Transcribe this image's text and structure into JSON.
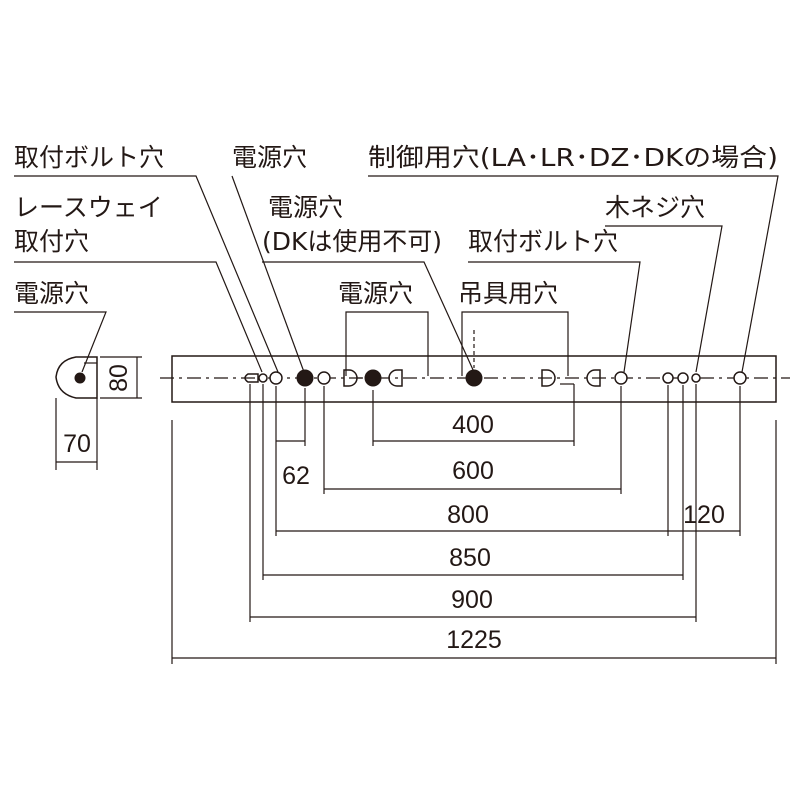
{
  "labels": {
    "mount_bolt_hole_left": "取付ボルト穴",
    "power_hole_top": "電源穴",
    "control_hole": "制御用穴(LA･LR･DZ･DKの場合)",
    "raceway_hole_line1": "レースウェイ",
    "raceway_hole_line2": "取付穴",
    "power_hole_dk_line1": "電源穴",
    "power_hole_dk_line2": "(DKは使用不可)",
    "wood_screw_hole": "木ネジ穴",
    "mount_bolt_hole_right": "取付ボルト穴",
    "power_hole_side": "電源穴",
    "power_hole_center": "電源穴",
    "hanger_hole": "吊具用穴"
  },
  "dimensions": {
    "d400": "400",
    "d600": "600",
    "d62": "62",
    "d800": "800",
    "d120": "120",
    "d850": "850",
    "d900": "900",
    "d1225": "1225",
    "side_height": "80",
    "side_width": "70"
  },
  "colors": {
    "ink": "#231815",
    "background": "#ffffff"
  }
}
